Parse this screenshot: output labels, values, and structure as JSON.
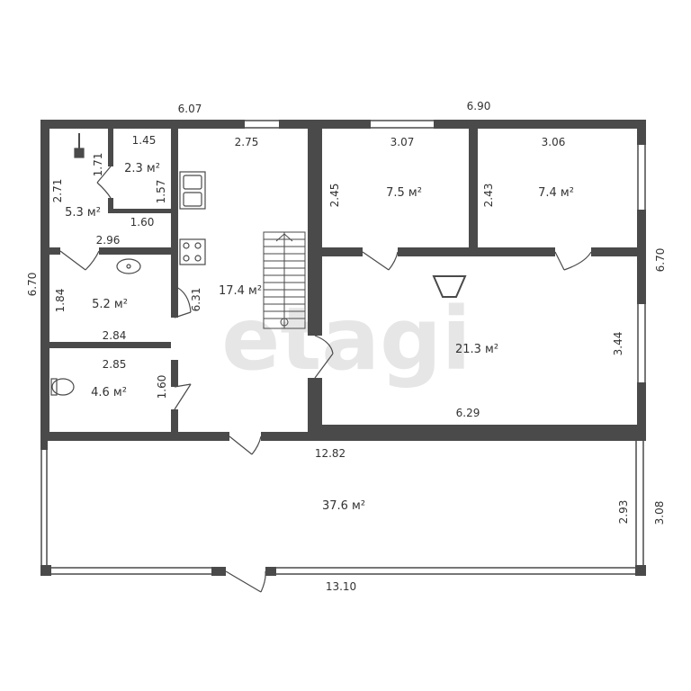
{
  "watermark": "etagi",
  "rooms": {
    "boiler": {
      "area": "5.3 м²"
    },
    "closet": {
      "area": "2.3 м²"
    },
    "bath": {
      "area": "5.2 м²"
    },
    "wc": {
      "area": "4.6 м²"
    },
    "hall": {
      "area": "17.4 м²"
    },
    "bedroom1": {
      "area": "7.5 м²"
    },
    "bedroom2": {
      "area": "7.4 м²"
    },
    "living": {
      "area": "21.3 м²"
    },
    "terrace": {
      "area": "37.6 м²"
    }
  },
  "dims": {
    "top_left": "6.07",
    "top_right": "6.90",
    "left_outer": "6.70",
    "right_outer": "6.70",
    "boiler_height": "2.71",
    "boiler_pipe": "1.71",
    "closet_width": "1.45",
    "closet_height": "1.57",
    "closet_bottom": "1.60",
    "boiler_bottom": "2.96",
    "bath_height": "1.84",
    "bath_bottom": "2.84",
    "wc_top": "2.85",
    "wc_height": "1.60",
    "hall_top": "2.75",
    "hall_side": "6.31",
    "bed1_top": "3.07",
    "bed1_height": "2.45",
    "bed2_height": "2.43",
    "bed2_top": "3.06",
    "living_height": "3.44",
    "living_bottom": "6.29",
    "house_bottom": "12.82",
    "terrace_inner": "2.93",
    "terrace_outer": "3.08",
    "terrace_bottom": "13.10"
  },
  "colors": {
    "wall": "#4a4a4a",
    "label": "#333333",
    "watermark": "#e6e6e6"
  }
}
